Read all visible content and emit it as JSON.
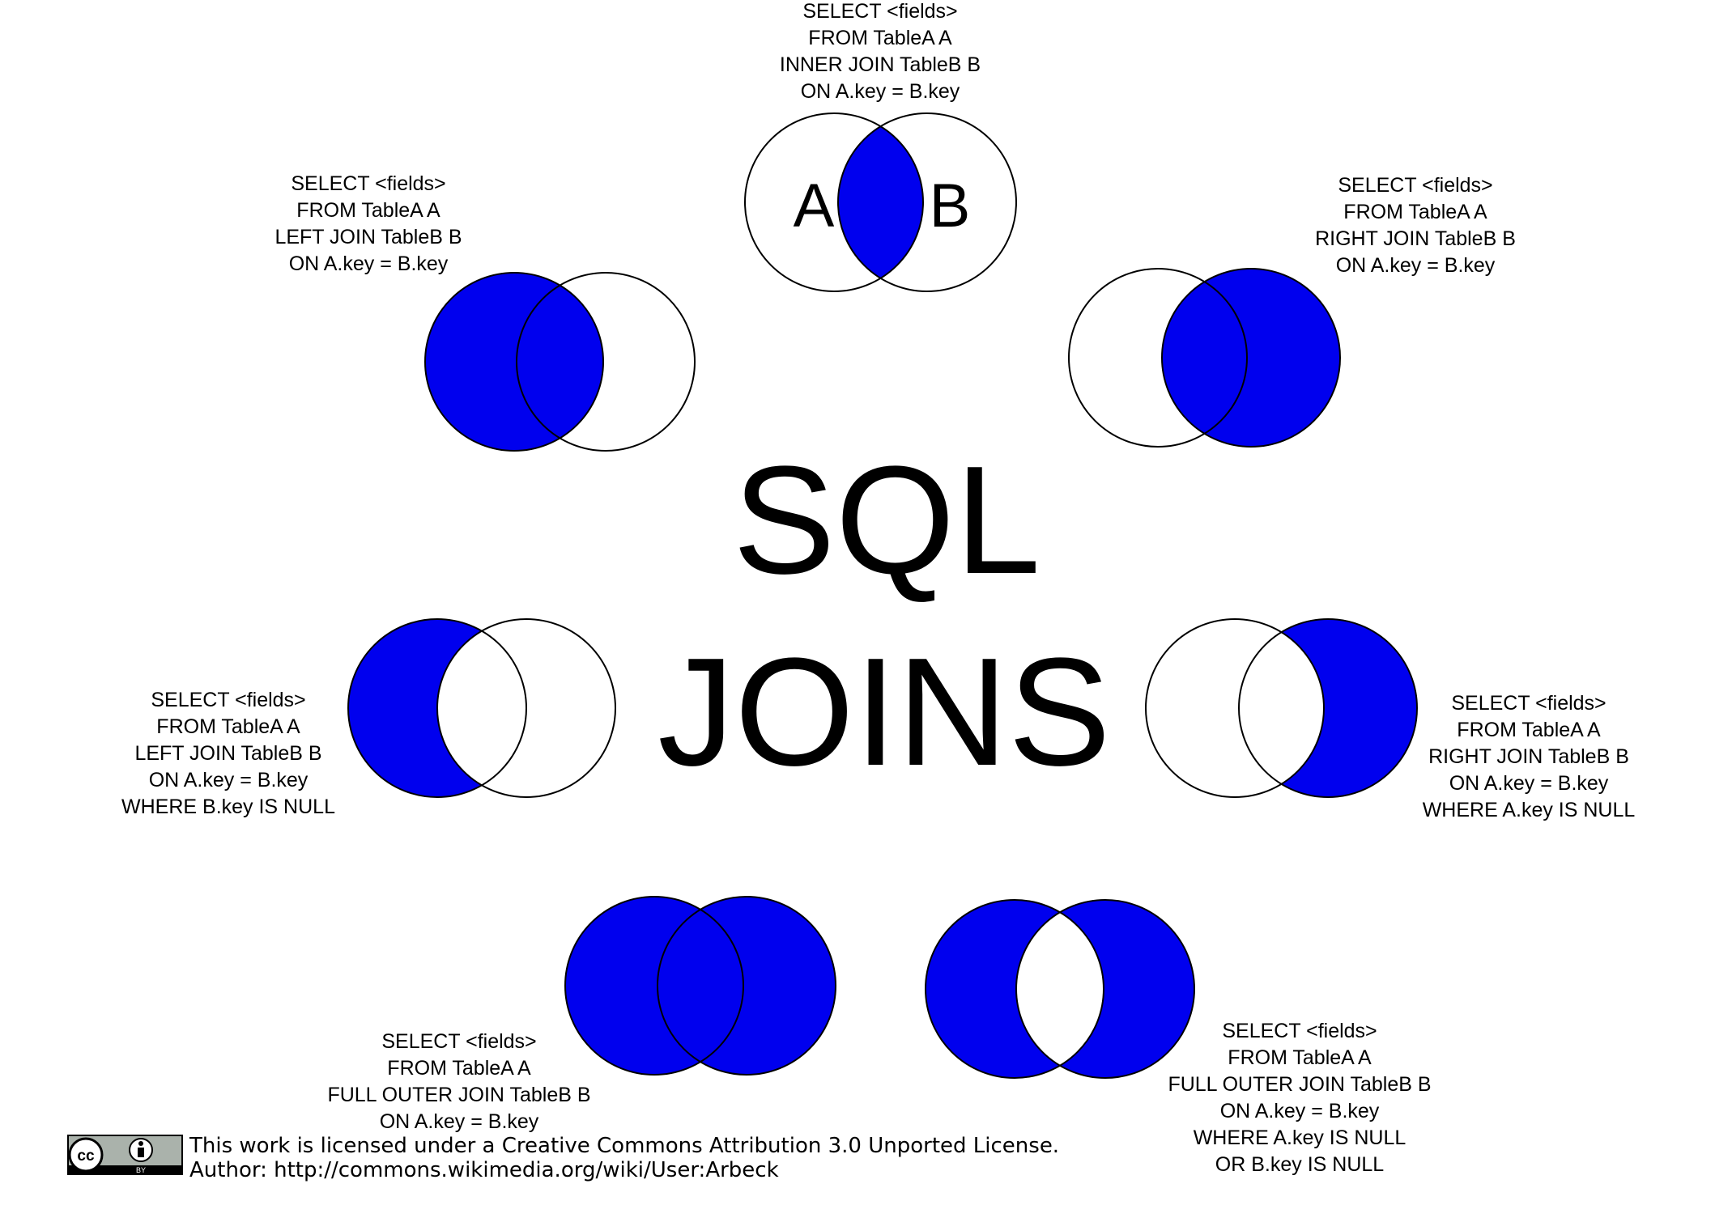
{
  "title": {
    "line1": "SQL",
    "line2": "JOINS"
  },
  "fill_color": "#0000ee",
  "set_labels": {
    "a": "A",
    "b": "B"
  },
  "joins": {
    "inner": [
      "SELECT <fields>",
      "FROM TableA  A",
      "INNER JOIN TableB  B",
      "ON A.key = B.key"
    ],
    "left": [
      "SELECT <fields>",
      "FROM TableA  A",
      "LEFT JOIN TableB  B",
      "ON A.key = B.key"
    ],
    "right": [
      "SELECT <fields>",
      "FROM TableA  A",
      "RIGHT JOIN TableB  B",
      "ON A.key = B.key"
    ],
    "left_excl": [
      "SELECT <fields>",
      "FROM TableA  A",
      "LEFT JOIN TableB  B",
      "ON A.key = B.key",
      "WHERE B.key IS NULL"
    ],
    "right_excl": [
      "SELECT <fields>",
      "FROM TableA  A",
      "RIGHT JOIN TableB  B",
      "ON A.key = B.key",
      "WHERE A.key IS NULL"
    ],
    "full": [
      "SELECT <fields>",
      "FROM TableA  A",
      "FULL OUTER JOIN TableB  B",
      "ON A.key = B.key"
    ],
    "full_excl": [
      "SELECT <fields>",
      "FROM TableA  A",
      "FULL OUTER JOIN TableB  B",
      "ON A.key = B.key",
      "WHERE A.key IS NULL",
      "OR B.key IS NULL"
    ]
  },
  "license": {
    "line1": "This work is licensed under a Creative Commons Attribution 3.0 Unported License.",
    "line2": "Author: http://commons.wikimedia.org/wiki/User:Arbeck",
    "badge_cc": "cc",
    "badge_by": "BY",
    "badge_icon": "attribution-icon"
  }
}
